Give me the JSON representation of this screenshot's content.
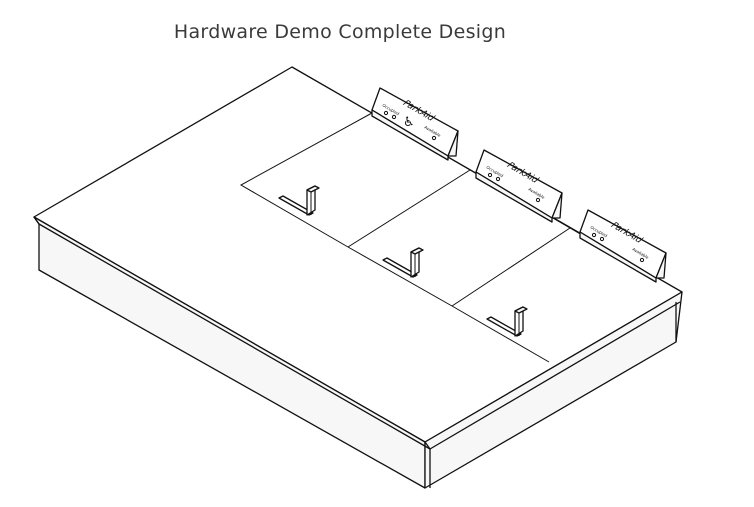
{
  "title": "Hardware Demo Complete Design",
  "parking_spots": [
    {
      "id": "spot-1",
      "sign": {
        "brand": "ParkAid",
        "left_label": "Occupied",
        "right_label": "Available",
        "extra_label": "Wheelchair",
        "has_accessibility_symbol": true
      }
    },
    {
      "id": "spot-2",
      "sign": {
        "brand": "ParkAid",
        "left_label": "Occupied",
        "right_label": "Available",
        "extra_label": "",
        "has_accessibility_symbol": false
      }
    },
    {
      "id": "spot-3",
      "sign": {
        "brand": "ParkAid",
        "left_label": "Occupied",
        "right_label": "Available",
        "extra_label": "",
        "has_accessibility_symbol": false
      }
    }
  ],
  "colors": {
    "line": "#111111",
    "background": "#ffffff",
    "title": "#3a3a3a"
  }
}
